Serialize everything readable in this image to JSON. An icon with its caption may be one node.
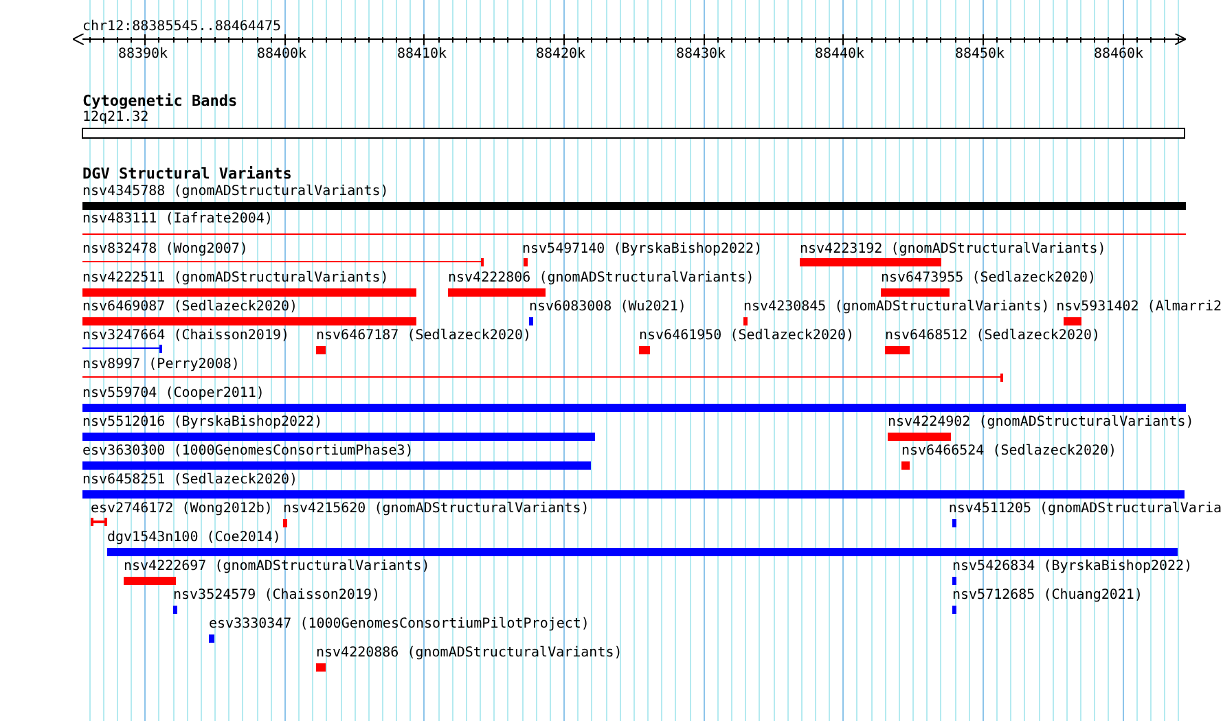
{
  "diagram": {
    "nodes": [
      {
        "text": [
          "nsv4345788 (gnomADStructuralVariants)"
        ]
      },
      {
        "text": [
          "nsv483111 (Iafrate2004)"
        ]
      },
      {
        "text": [
          "nsv832478 (Wong2007)"
        ]
      },
      {
        "text": [
          "nsv5497140 (ByrskaBishop2022)"
        ]
      },
      {
        "text": [
          "nsv4223192 (gnomADStructuralVariants)"
        ]
      },
      {
        "text": [
          "nsv4222511 (gnomADStructuralVariants)"
        ]
      },
      {
        "text": [
          "nsv4222806 (gnomADStructuralVariants)"
        ]
      },
      {
        "text": [
          "nsv6473955 (Sedlazeck2020)"
        ]
      },
      {
        "text": [
          "nsv6469087 (Sedlazeck2020)"
        ]
      },
      {
        "text": [
          "nsv6083008 (Wu2021)"
        ]
      },
      {
        "text": [
          "nsv4230845 (gnomADStructuralVariants)"
        ]
      },
      {
        "text": [
          "nsv5931402 (Almarri2"
        ]
      },
      {
        "text": [
          "nsv3247664 (Chaisson2019)"
        ]
      },
      {
        "text": [
          "nsv6467187 (Sedlazeck2020)"
        ]
      },
      {
        "text": [
          "nsv6461950 (Sedlazeck2020)"
        ]
      },
      {
        "text": [
          "nsv6468512 (Sedlazeck2020)"
        ]
      },
      {
        "text": [
          "nsv8997 (Perry2008)"
        ]
      },
      {
        "text": [
          "nsv559704 (Cooper2011)"
        ]
      },
      {
        "text": [
          "nsv5512016 (ByrskaBishop2022)"
        ]
      },
      {
        "text": [
          "nsv4224902 (gnomADStructuralVariants)"
        ]
      },
      {
        "text": [
          "esv3630300 (1000GenomesConsortiumPhase3)"
        ]
      },
      {
        "text": [
          "nsv6466524 (Sedlazeck2020)"
        ]
      },
      {
        "text": [
          "nsv6458251 (Sedlazeck2020)"
        ]
      },
      {
        "text": [
          "esv2746172 (Wong2012b)"
        ]
      },
      {
        "text": [
          "nsv4215620 (gnomADStructuralVariants)"
        ]
      },
      {
        "text": [
          "nsv4511205 (gnomADStructuralVaria"
        ]
      },
      {
        "text": [
          "dgv1543n100 (Coe2014)"
        ]
      },
      {
        "text": [
          "nsv4222697 (gnomADStructuralVariants)"
        ]
      },
      {
        "text": [
          "nsv5426834 (ByrskaBishop2022)"
        ]
      },
      {
        "text": [
          "nsv3524579 (Chaisson2019)"
        ]
      },
      {
        "text": [
          "nsv5712685 (Chuang2021)"
        ]
      },
      {
        "text": [
          "esv3330347 (1000GenomesConsortiumPilotProject)"
        ]
      },
      {
        "text": [
          "nsv4220886 (gnomADStructuralVariants)"
        ]
      }
    ],
    "labels": [
      "chr12:88385545..88464475",
      "88390k",
      "88400k",
      "88410k",
      "88420k",
      "88430k",
      "88440k",
      "88450k",
      "88460k",
      "Cytogenetic Bands",
      "12q21.32",
      "DGV Structural Variants"
    ]
  }
}
